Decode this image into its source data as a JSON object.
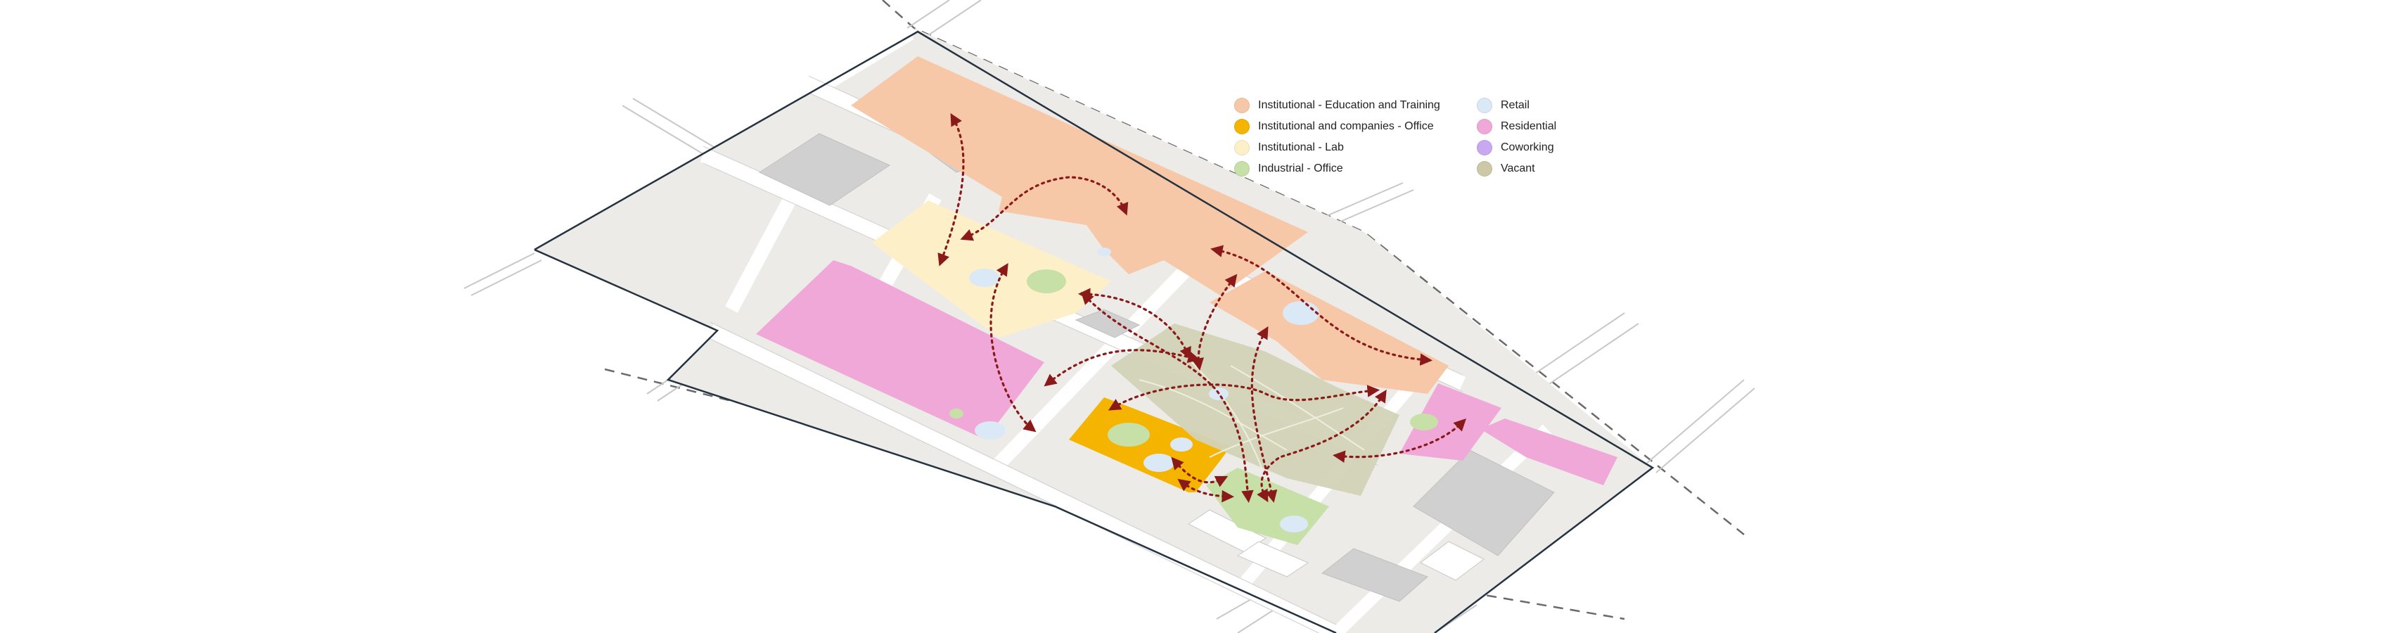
{
  "legend": {
    "items": [
      {
        "label": "Institutional - Education and Training",
        "color": "#f7c8a8"
      },
      {
        "label": "Institutional and companies - Office",
        "color": "#f5b400"
      },
      {
        "label": "Institutional - Lab",
        "color": "#fdf0c8"
      },
      {
        "label": "Industrial - Office",
        "color": "#c6e0a8"
      },
      {
        "label": "Retail",
        "color": "#dbe8f5"
      },
      {
        "label": "Residential",
        "color": "#f0a8d8"
      },
      {
        "label": "Coworking",
        "color": "#c8a8f0"
      },
      {
        "label": "Vacant",
        "color": "#ccc8a8"
      }
    ]
  },
  "colors": {
    "block": "#ecebe8",
    "building": "#d0d0d0",
    "road": "#ffffff",
    "road_edge": "#c8c8c8",
    "boundary": "#253240",
    "dashed_line": "#6a6a6a",
    "flow_arrow": "#8a1a1a",
    "vacant_fill": "#d3d3b8"
  },
  "icons": {
    "flow": "dotted-curved-double-arrow",
    "legend_marker": "filled-circle"
  }
}
